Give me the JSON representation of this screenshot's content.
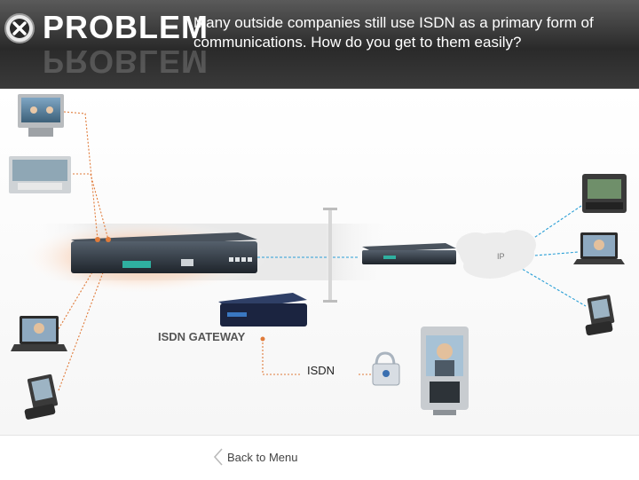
{
  "header": {
    "title": "PROBLEM",
    "subtitle": "Many outside companies still use ISDN as a primary form of communications.  How do you get to them easily?"
  },
  "diagram": {
    "gateway_label": "ISDN GATEWAY",
    "ip_label": "IP",
    "isdn_label": "ISDN"
  },
  "nav": {
    "back_label": "Back to Menu"
  },
  "colors": {
    "header_dark": "#2a2a2a",
    "link_orange": "#e07b3a",
    "link_blue": "#2a9fd6",
    "device_dark": "#2b2f36"
  }
}
